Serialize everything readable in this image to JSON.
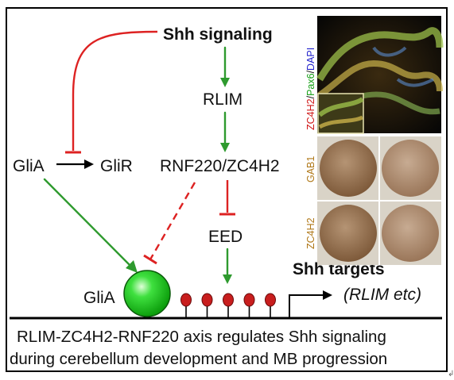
{
  "diagram": {
    "pathway": {
      "shh": "Shh signaling",
      "rlim": "RLIM",
      "rnf_zc": "RNF220/ZC4H2",
      "eed": "EED",
      "glia": "GliA",
      "glir": "GliR",
      "glia_chromatin": "GliA"
    },
    "targets": {
      "title": "Shh targets",
      "detail": "(RLIM etc)"
    },
    "caption": {
      "line1": "RLIM-ZC4H2-RNF220 axis regulates Shh signaling",
      "line2": "during cerebellum development and MB progression"
    },
    "micrographs": {
      "fluorescence_label_zc4h2": "ZC4H2",
      "fluorescence_label_sep1": "/",
      "fluorescence_label_pax6": "Pax6",
      "fluorescence_label_sep2": "/",
      "fluorescence_label_dapi": "DAPI",
      "ihc_label_gab1": "GAB1",
      "ihc_label_zc4h2": "ZC4H2"
    },
    "histone_marks": 5,
    "colors": {
      "activation": "#2e9a2e",
      "inhibition": "#dd2222",
      "gli_sphere": "#22c422",
      "mark": "#c81e1e",
      "label_gab": "#b07818",
      "label_pax6": "#16a016",
      "label_dapi": "#2222cc"
    },
    "tail_mark": "↲"
  }
}
